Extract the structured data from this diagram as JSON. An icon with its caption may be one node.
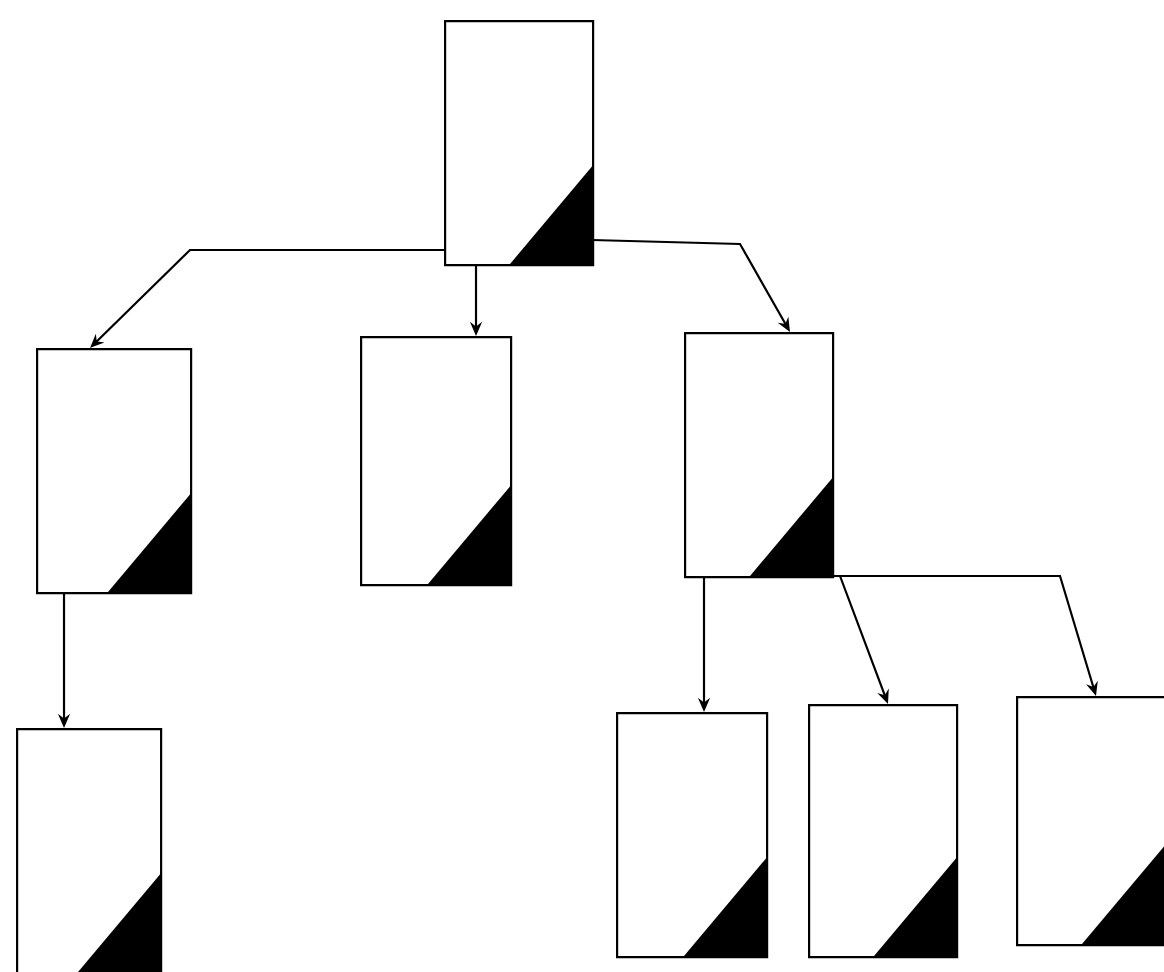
{
  "diagram": {
    "nodes": [
      {
        "text": [],
        "shape": "box"
      },
      {
        "text": [],
        "shape": "box"
      },
      {
        "text": [],
        "shape": "box"
      },
      {
        "text": [],
        "shape": "box"
      },
      {
        "text": [],
        "shape": "box"
      },
      {
        "text": [],
        "shape": "box"
      },
      {
        "text": [],
        "shape": "box"
      },
      {
        "text": [],
        "shape": "box"
      }
    ],
    "edges": [
      {
        "from": 0,
        "to": 1,
        "arrow": "to"
      },
      {
        "from": 0,
        "to": 2,
        "arrow": "to"
      },
      {
        "from": 0,
        "to": 3,
        "arrow": "to"
      },
      {
        "from": 1,
        "to": 4,
        "arrow": "to"
      },
      {
        "from": 3,
        "to": 5,
        "arrow": "to"
      },
      {
        "from": 3,
        "to": 6,
        "arrow": "to"
      },
      {
        "from": 3,
        "to": 7,
        "arrow": "to"
      }
    ]
  }
}
